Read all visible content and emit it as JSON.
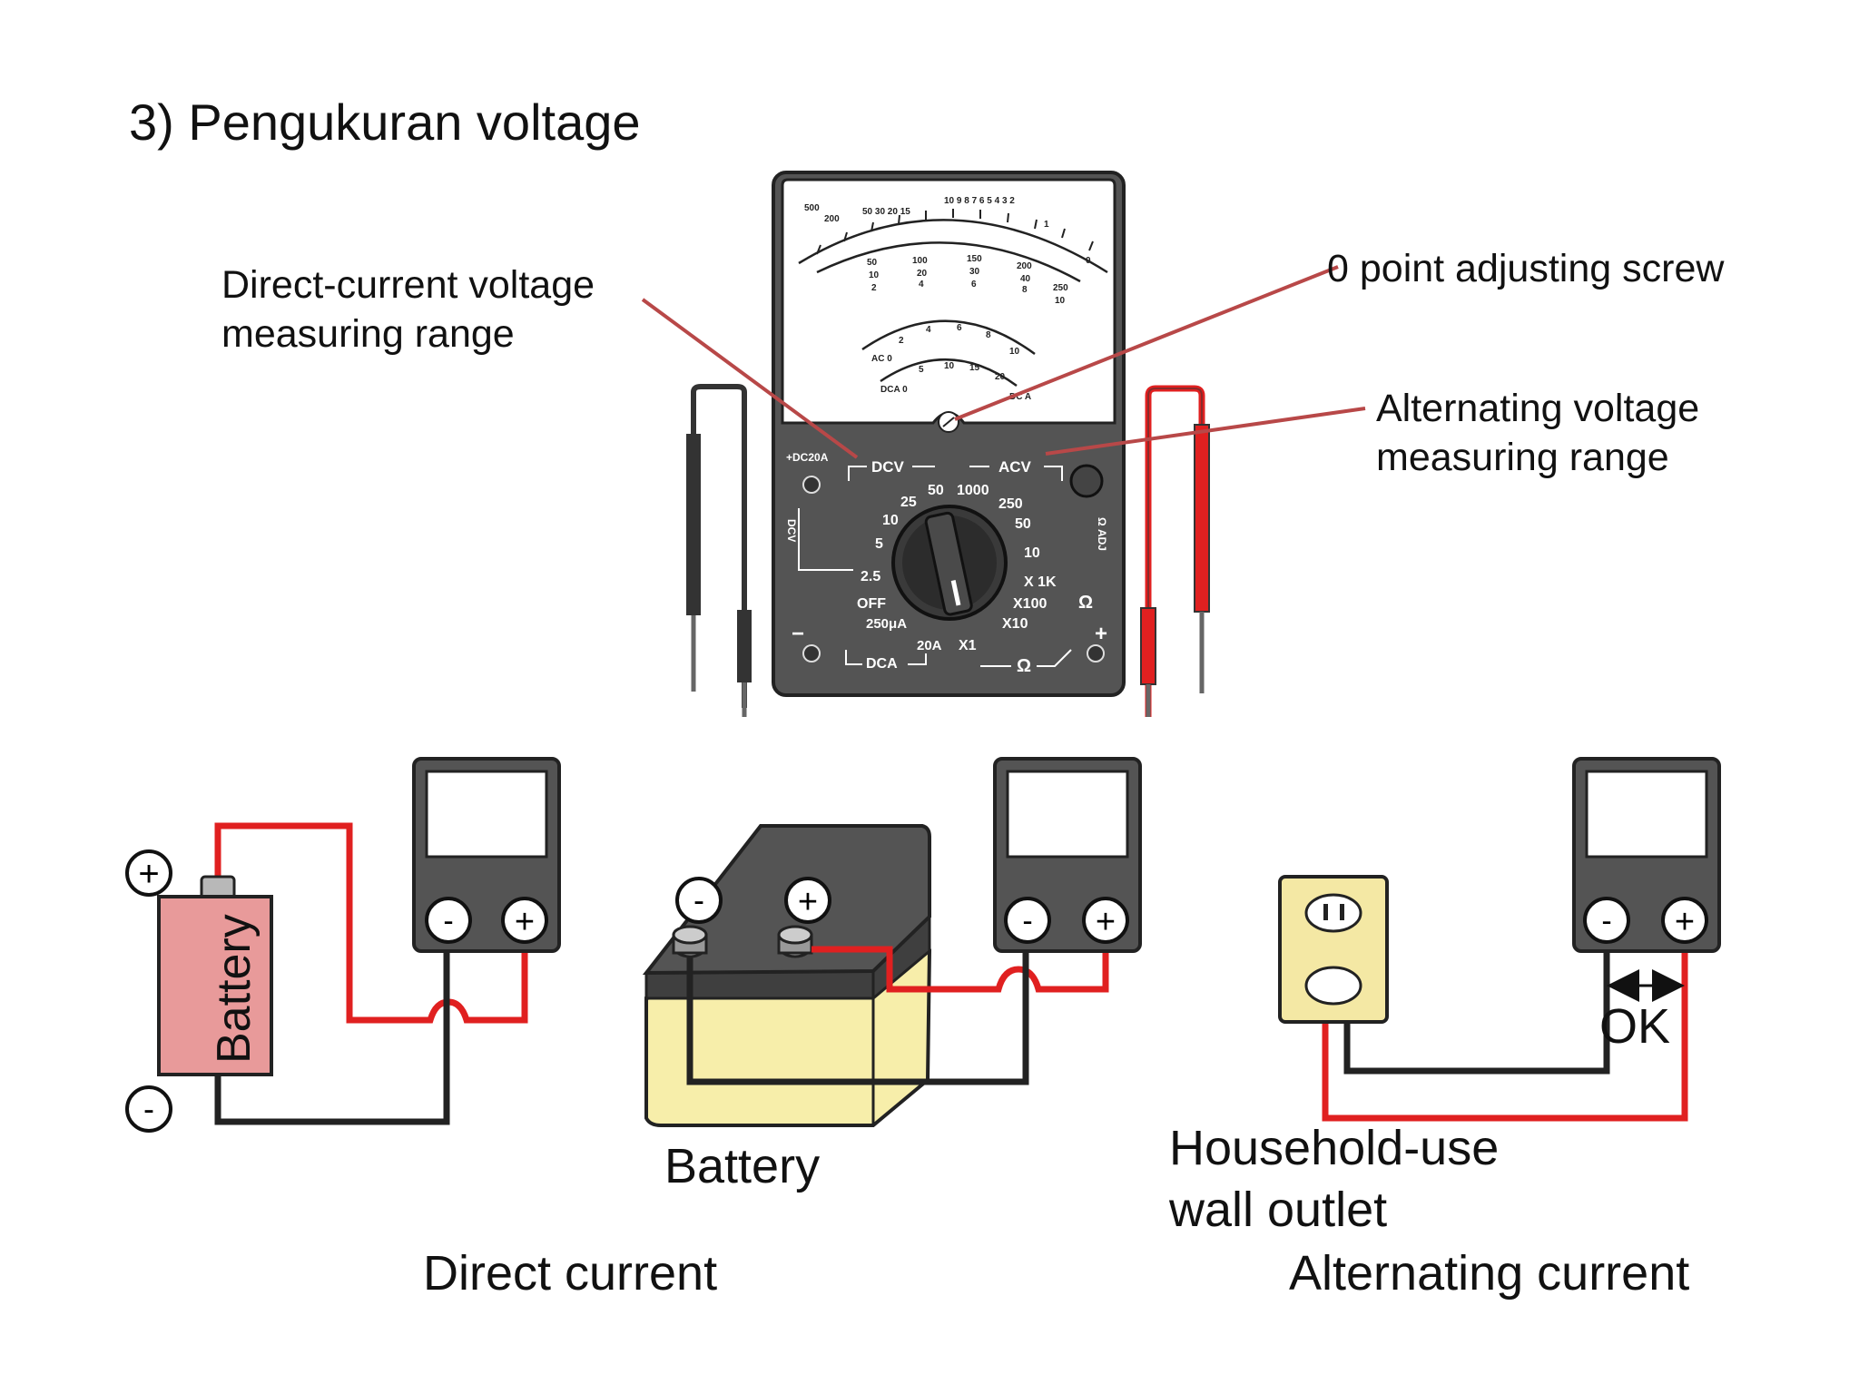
{
  "title": "3) Pengukuran voltage",
  "labels": {
    "dcv_range_line1": "Direct-current voltage",
    "dcv_range_line2": "measuring range",
    "zero_screw": "0 point adjusting screw",
    "acv_range_line1": "Alternating voltage",
    "acv_range_line2": "measuring range"
  },
  "meter_panel": {
    "dcv": "DCV",
    "acv": "ACV",
    "dca": "DCA",
    "off": "OFF",
    "dc20a": "+DC20A",
    "dcv_ranges": [
      "1000",
      "50",
      "25",
      "10",
      "5",
      "2.5"
    ],
    "acv_ranges": [
      "250",
      "50",
      "10"
    ],
    "ohm_ranges": [
      "X 1K",
      "X100",
      "X10",
      "X1"
    ],
    "dca_ranges": [
      "250μA",
      "20A"
    ],
    "ohm_symbol": "Ω",
    "zero_adj": "Ω ADJ",
    "minus": "−",
    "plus": "+"
  },
  "diagrams": {
    "direct_current": {
      "caption": "Direct current",
      "small_battery_label": "Battery",
      "car_battery_label": "Battery",
      "pos_symbol": "+",
      "neg_symbol": "-"
    },
    "alternating_current": {
      "caption": "Alternating current",
      "outlet_label_line1": "Household-use",
      "outlet_label_line2": "wall outlet",
      "ok_label": "OK",
      "pos_symbol": "+",
      "neg_symbol": "-"
    }
  },
  "colors": {
    "meter_body": "#545454",
    "meter_dark": "#333333",
    "lead_red": "#e02020",
    "lead_black": "#222222",
    "pointer_line": "#b84848",
    "small_battery": "#e89a9a",
    "car_battery_case": "#f7eeaa",
    "outlet": "#f4e8a4"
  }
}
